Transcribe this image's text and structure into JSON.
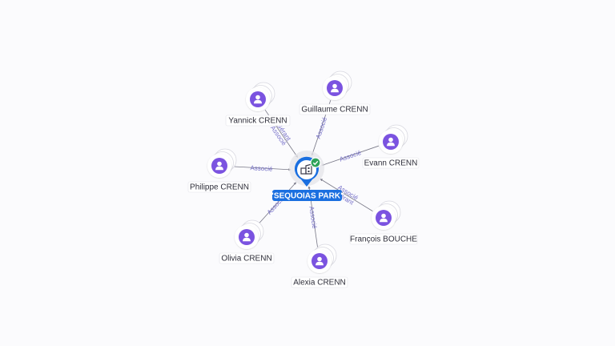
{
  "center": {
    "label": "\"SEQUOIAS PARK\"",
    "icon": "building-icon",
    "badge_icon": "check-icon",
    "color": "#1a6fe0",
    "badge_color": "#2fa35a"
  },
  "colors": {
    "person": "#7b53e0",
    "edge": "#777786",
    "edge_label": "#7670c9"
  },
  "people": [
    {
      "name": "Yannick CRENN",
      "relations": [
        "Gérant",
        "Associé"
      ]
    },
    {
      "name": "Guillaume CRENN",
      "relations": [
        "Associé"
      ]
    },
    {
      "name": "Evann CRENN",
      "relations": [
        "Associé"
      ]
    },
    {
      "name": "François BOUCHE",
      "relations": [
        "Gérant",
        "Associé"
      ]
    },
    {
      "name": "Alexia CRENN",
      "relations": [
        "Associé"
      ]
    },
    {
      "name": "Olivia CRENN",
      "relations": [
        "Associé"
      ]
    },
    {
      "name": "Philippe CRENN",
      "relations": [
        "Associé"
      ]
    }
  ]
}
